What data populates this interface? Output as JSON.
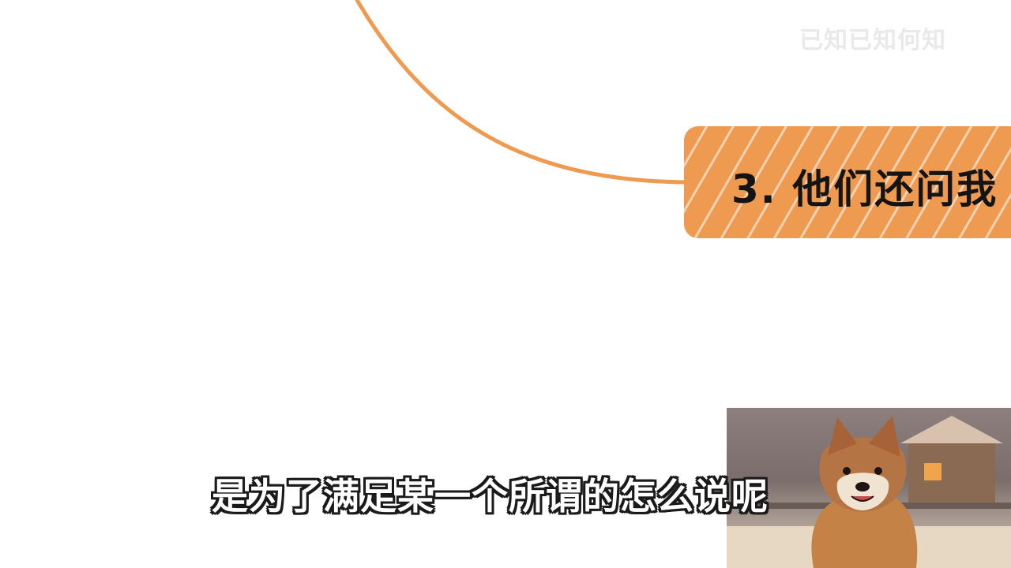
{
  "colors": {
    "background": "#ffffff",
    "accent": "#ee9a51",
    "title_text": "#141414",
    "subtitle_text": "#ffffff",
    "subtitle_outline": "#1a1a1a"
  },
  "watermark": {
    "text": "已知已知何知"
  },
  "mindmap": {
    "node_label": "3. 他们还问我"
  },
  "subtitle": {
    "text": "是为了满足某一个所谓的怎么说呢"
  },
  "presenter": {
    "image": "shiba-inu-dog"
  }
}
